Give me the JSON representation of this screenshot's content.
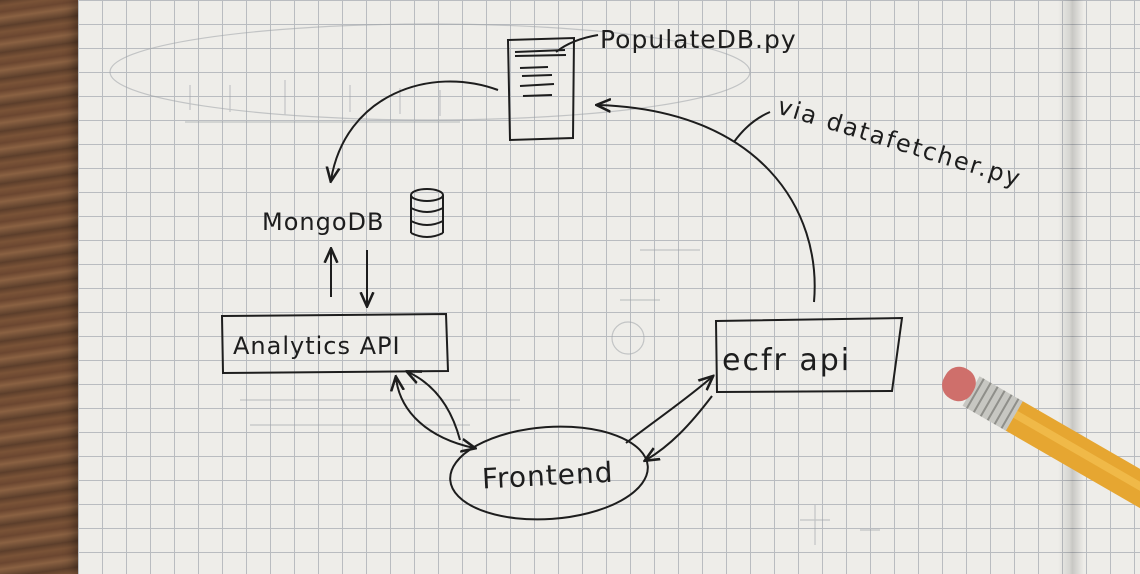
{
  "diagram": {
    "script_file": "PopulateDB.py",
    "database": "MongoDB",
    "analytics_api": "Analytics API",
    "ecfr_api": "ecfr api",
    "frontend": "Frontend",
    "fetch_note": "via datafetcher.py"
  }
}
